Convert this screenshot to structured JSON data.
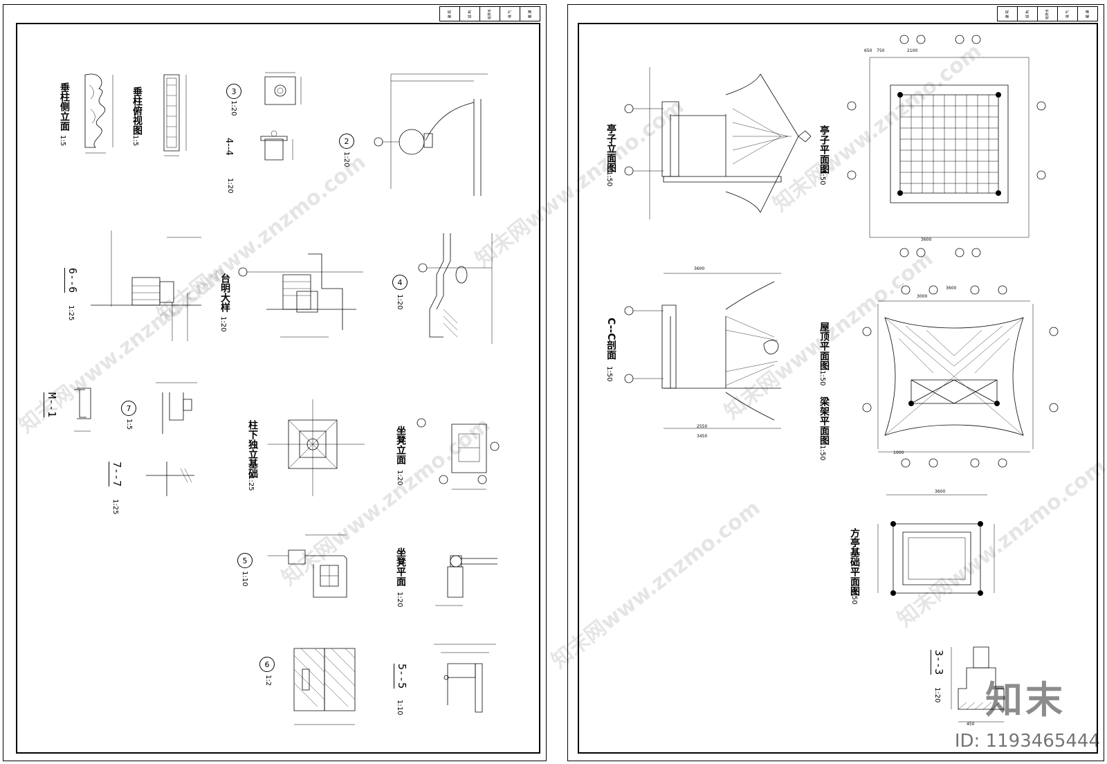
{
  "title_block": [
    "建 筑",
    "结 构",
    "给排水",
    "电 气",
    "暖 通"
  ],
  "left_sheet": {
    "details": [
      {
        "label": "垂柱侧立面",
        "scale": "1:5"
      },
      {
        "label": "垂柱俯视图",
        "scale": "1:5"
      },
      {
        "label": "3",
        "scale": "1:20"
      },
      {
        "label": "4--4",
        "scale": "1:20"
      },
      {
        "label": "2",
        "scale": "1:20"
      },
      {
        "label": "6--6",
        "scale": "1:25"
      },
      {
        "label": "台明大样",
        "scale": "1:20"
      },
      {
        "label": "4",
        "scale": "1:20"
      },
      {
        "label": "M--1",
        "scale": ""
      },
      {
        "label": "7",
        "scale": "1:5"
      },
      {
        "label": "7--7",
        "scale": "1:25"
      },
      {
        "label": "柱下独立基础",
        "scale": "1:25"
      },
      {
        "label": "坐凳立面",
        "scale": "1:20"
      },
      {
        "label": "5",
        "scale": "1:10"
      },
      {
        "label": "坐凳平面",
        "scale": "1:20"
      },
      {
        "label": "6",
        "scale": "1:2"
      },
      {
        "label": "5--5",
        "scale": "1:10"
      }
    ]
  },
  "right_sheet": {
    "details": [
      {
        "label": "亭子立面图",
        "scale": "1:50"
      },
      {
        "label": "亭子平面图",
        "scale": "1:50"
      },
      {
        "label": "C--C剖面",
        "scale": "1:50"
      },
      {
        "label": "屋顶平面图",
        "scale": "1:50"
      },
      {
        "label": "梁架平面图",
        "scale": "1:50"
      },
      {
        "label": "方亭基础平面图",
        "scale": "1:50"
      },
      {
        "label": "3--3",
        "scale": "1:20"
      }
    ],
    "dims": {
      "d3600": "3600",
      "d2100": "2100",
      "d750": "750",
      "d650": "650",
      "d3000": "3000",
      "d1000": "1000",
      "d2550": "2550",
      "d3450": "3450",
      "d450": "450"
    }
  },
  "watermark": "知末网www.znzmo.com",
  "logo": "知末",
  "id_label": "ID: 1193465444"
}
